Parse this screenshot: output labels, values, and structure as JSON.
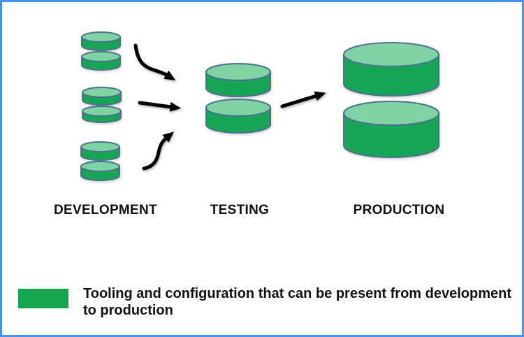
{
  "diagram": {
    "stages": [
      {
        "id": "development",
        "label": "DEVELOPMENT",
        "database_count": 3,
        "database_size": "small"
      },
      {
        "id": "testing",
        "label": "TESTING",
        "database_count": 1,
        "database_size": "medium"
      },
      {
        "id": "production",
        "label": "PRODUCTION",
        "database_count": 1,
        "database_size": "large"
      }
    ],
    "flow": [
      {
        "from": "development-db-1",
        "to": "testing-db",
        "style": "curved"
      },
      {
        "from": "development-db-2",
        "to": "testing-db",
        "style": "straight"
      },
      {
        "from": "development-db-3",
        "to": "testing-db",
        "style": "curved"
      },
      {
        "from": "testing-db",
        "to": "production-db",
        "style": "straight"
      }
    ]
  },
  "legend": {
    "lines": [
      "Tooling and configuration that can be present from development",
      "to production"
    ]
  },
  "colors": {
    "frame_border": "#4493F0",
    "background": "#ffffff",
    "db_body": "#17A653",
    "db_top": "#7ED3A3",
    "db_stroke": "#4A7191",
    "legend_swatch": "#17A64E",
    "arrow": "#000000",
    "text": "#111111"
  }
}
